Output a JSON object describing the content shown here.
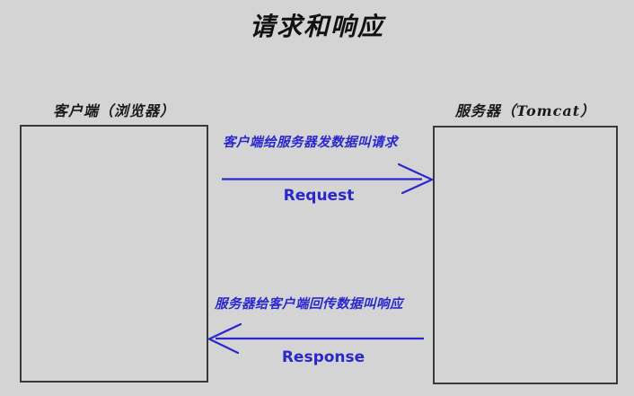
{
  "diagram": {
    "title": "请求和响应",
    "background_color": "#d4d4d4",
    "entities": [
      {
        "id": "client",
        "label": "客户端（浏览器）",
        "box_color": "#3a3a3a"
      },
      {
        "id": "server",
        "label": "服务器（Tomcat）",
        "box_color": "#3a3a3a"
      }
    ],
    "arrows": [
      {
        "id": "request",
        "direction": "client-to-server",
        "note": "客户端给服务器发数据叫请求",
        "caption": "Request",
        "color": "#2a27cf"
      },
      {
        "id": "response",
        "direction": "server-to-client",
        "note": "服务器给客户端回传数据叫响应",
        "caption": "Response",
        "color": "#2a27cf"
      }
    ]
  }
}
